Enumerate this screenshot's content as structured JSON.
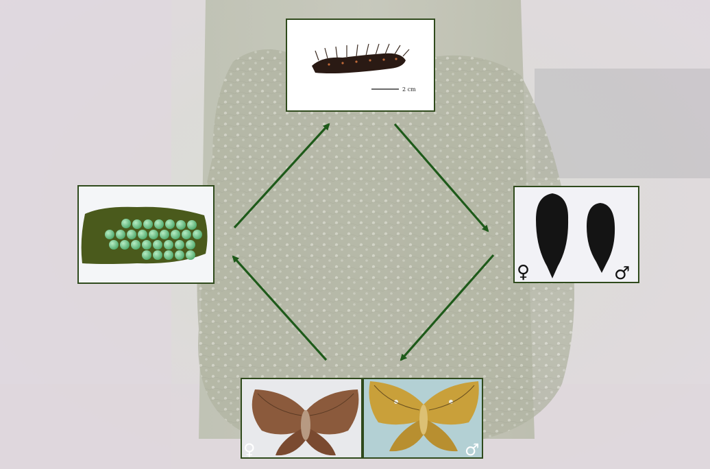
{
  "diagram": {
    "stages": [
      {
        "id": "larva",
        "name": "larva-photo",
        "scale_label": "2 cm"
      },
      {
        "id": "pupa",
        "name": "pupa-photo",
        "female_symbol": "♀",
        "male_symbol": "♂"
      },
      {
        "id": "adult",
        "name": "adult-moth-photo",
        "female_symbol": "♀",
        "male_symbol": "♂"
      },
      {
        "id": "egg",
        "name": "egg-cluster-photo"
      }
    ],
    "cycle_arrows": [
      {
        "from": "egg",
        "to": "larva"
      },
      {
        "from": "larva",
        "to": "pupa"
      },
      {
        "from": "pupa",
        "to": "adult"
      },
      {
        "from": "adult",
        "to": "egg"
      }
    ]
  },
  "colors": {
    "frame_border": "#2f4a1c",
    "arrow": "#1e5a1a",
    "egg_green": "#74c58e",
    "moss": "#4a5a1c",
    "pupa": "#141414",
    "female_moth": "#8b5a3c",
    "male_moth": "#c9a03a"
  }
}
